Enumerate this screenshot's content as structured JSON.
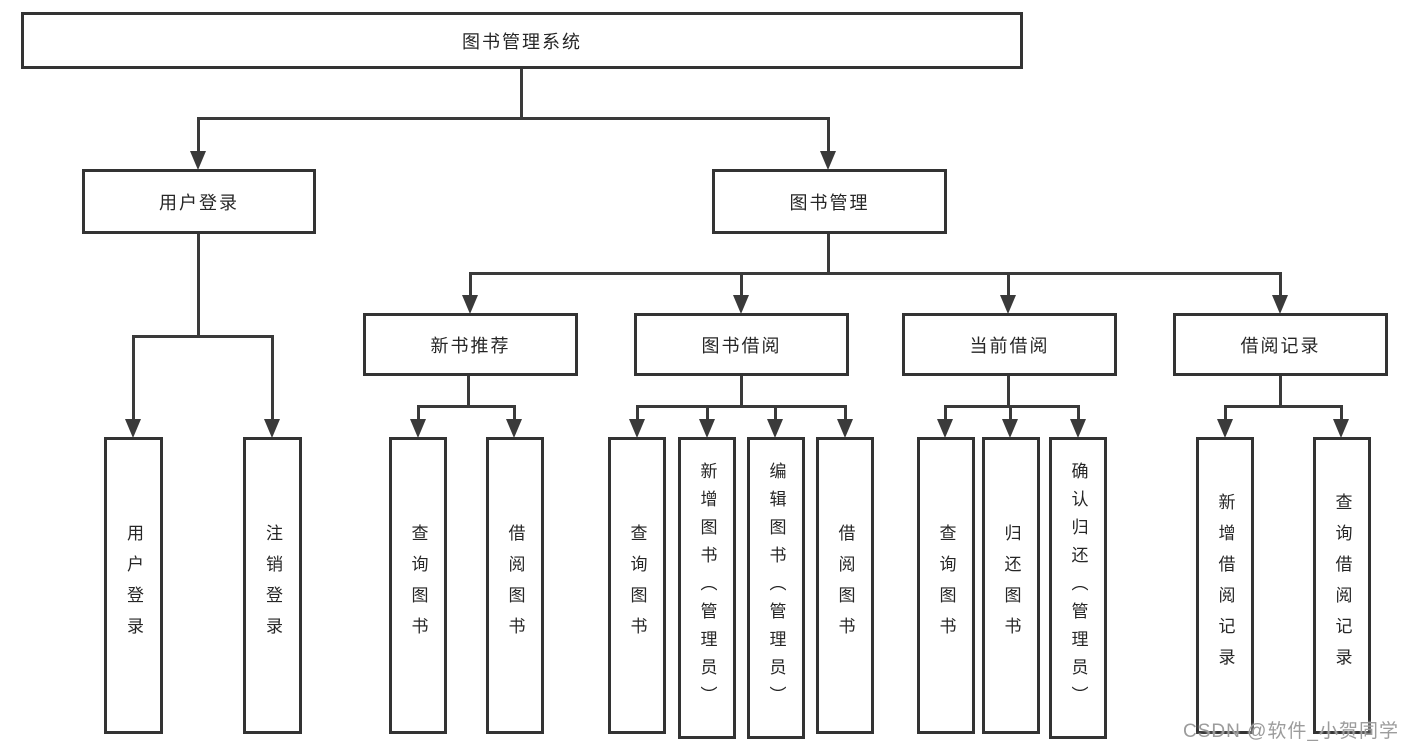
{
  "colors": {
    "line": "#3a3a3a",
    "box_border": "#333333",
    "text": "#262626",
    "watermark": "#9c9c9c",
    "background": "#ffffff"
  },
  "tree": {
    "label": "图书管理系统",
    "children": [
      {
        "label": "用户登录",
        "children": [
          {
            "label": "用户登录"
          },
          {
            "label": "注销登录"
          }
        ]
      },
      {
        "label": "图书管理",
        "children": [
          {
            "label": "新书推荐",
            "children": [
              {
                "label": "查询图书"
              },
              {
                "label": "借阅图书"
              }
            ]
          },
          {
            "label": "图书借阅",
            "children": [
              {
                "label": "查询图书"
              },
              {
                "label": "新增图书（管理员）"
              },
              {
                "label": "编辑图书（管理员）"
              },
              {
                "label": "借阅图书"
              }
            ]
          },
          {
            "label": "当前借阅",
            "children": [
              {
                "label": "查询图书"
              },
              {
                "label": "归还图书"
              },
              {
                "label": "确认归还（管理员）"
              }
            ]
          },
          {
            "label": "借阅记录",
            "children": [
              {
                "label": "新增借阅记录"
              },
              {
                "label": "查询借阅记录"
              }
            ]
          }
        ]
      }
    ]
  },
  "watermark": {
    "text": "CSDN @软件_小贺同学"
  }
}
